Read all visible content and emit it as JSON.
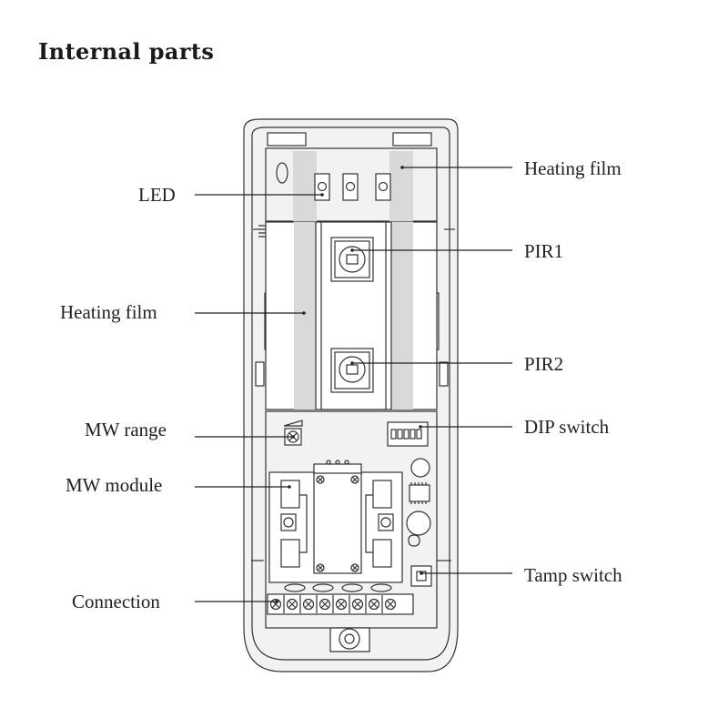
{
  "title": "Internal parts",
  "labels": {
    "heating_film_top": "Heating film",
    "led": "LED",
    "pir1": "PIR1",
    "heating_film_left": "Heating film",
    "pir2": "PIR2",
    "mw_range": "MW range",
    "dip_switch": "DIP switch",
    "mw_module": "MW module",
    "tamp_switch": "Tamp switch",
    "connection": "Connection"
  },
  "colors": {
    "line": "#222222",
    "film_shading": "#d9d9d9",
    "device_body": "#f2f2f2"
  }
}
